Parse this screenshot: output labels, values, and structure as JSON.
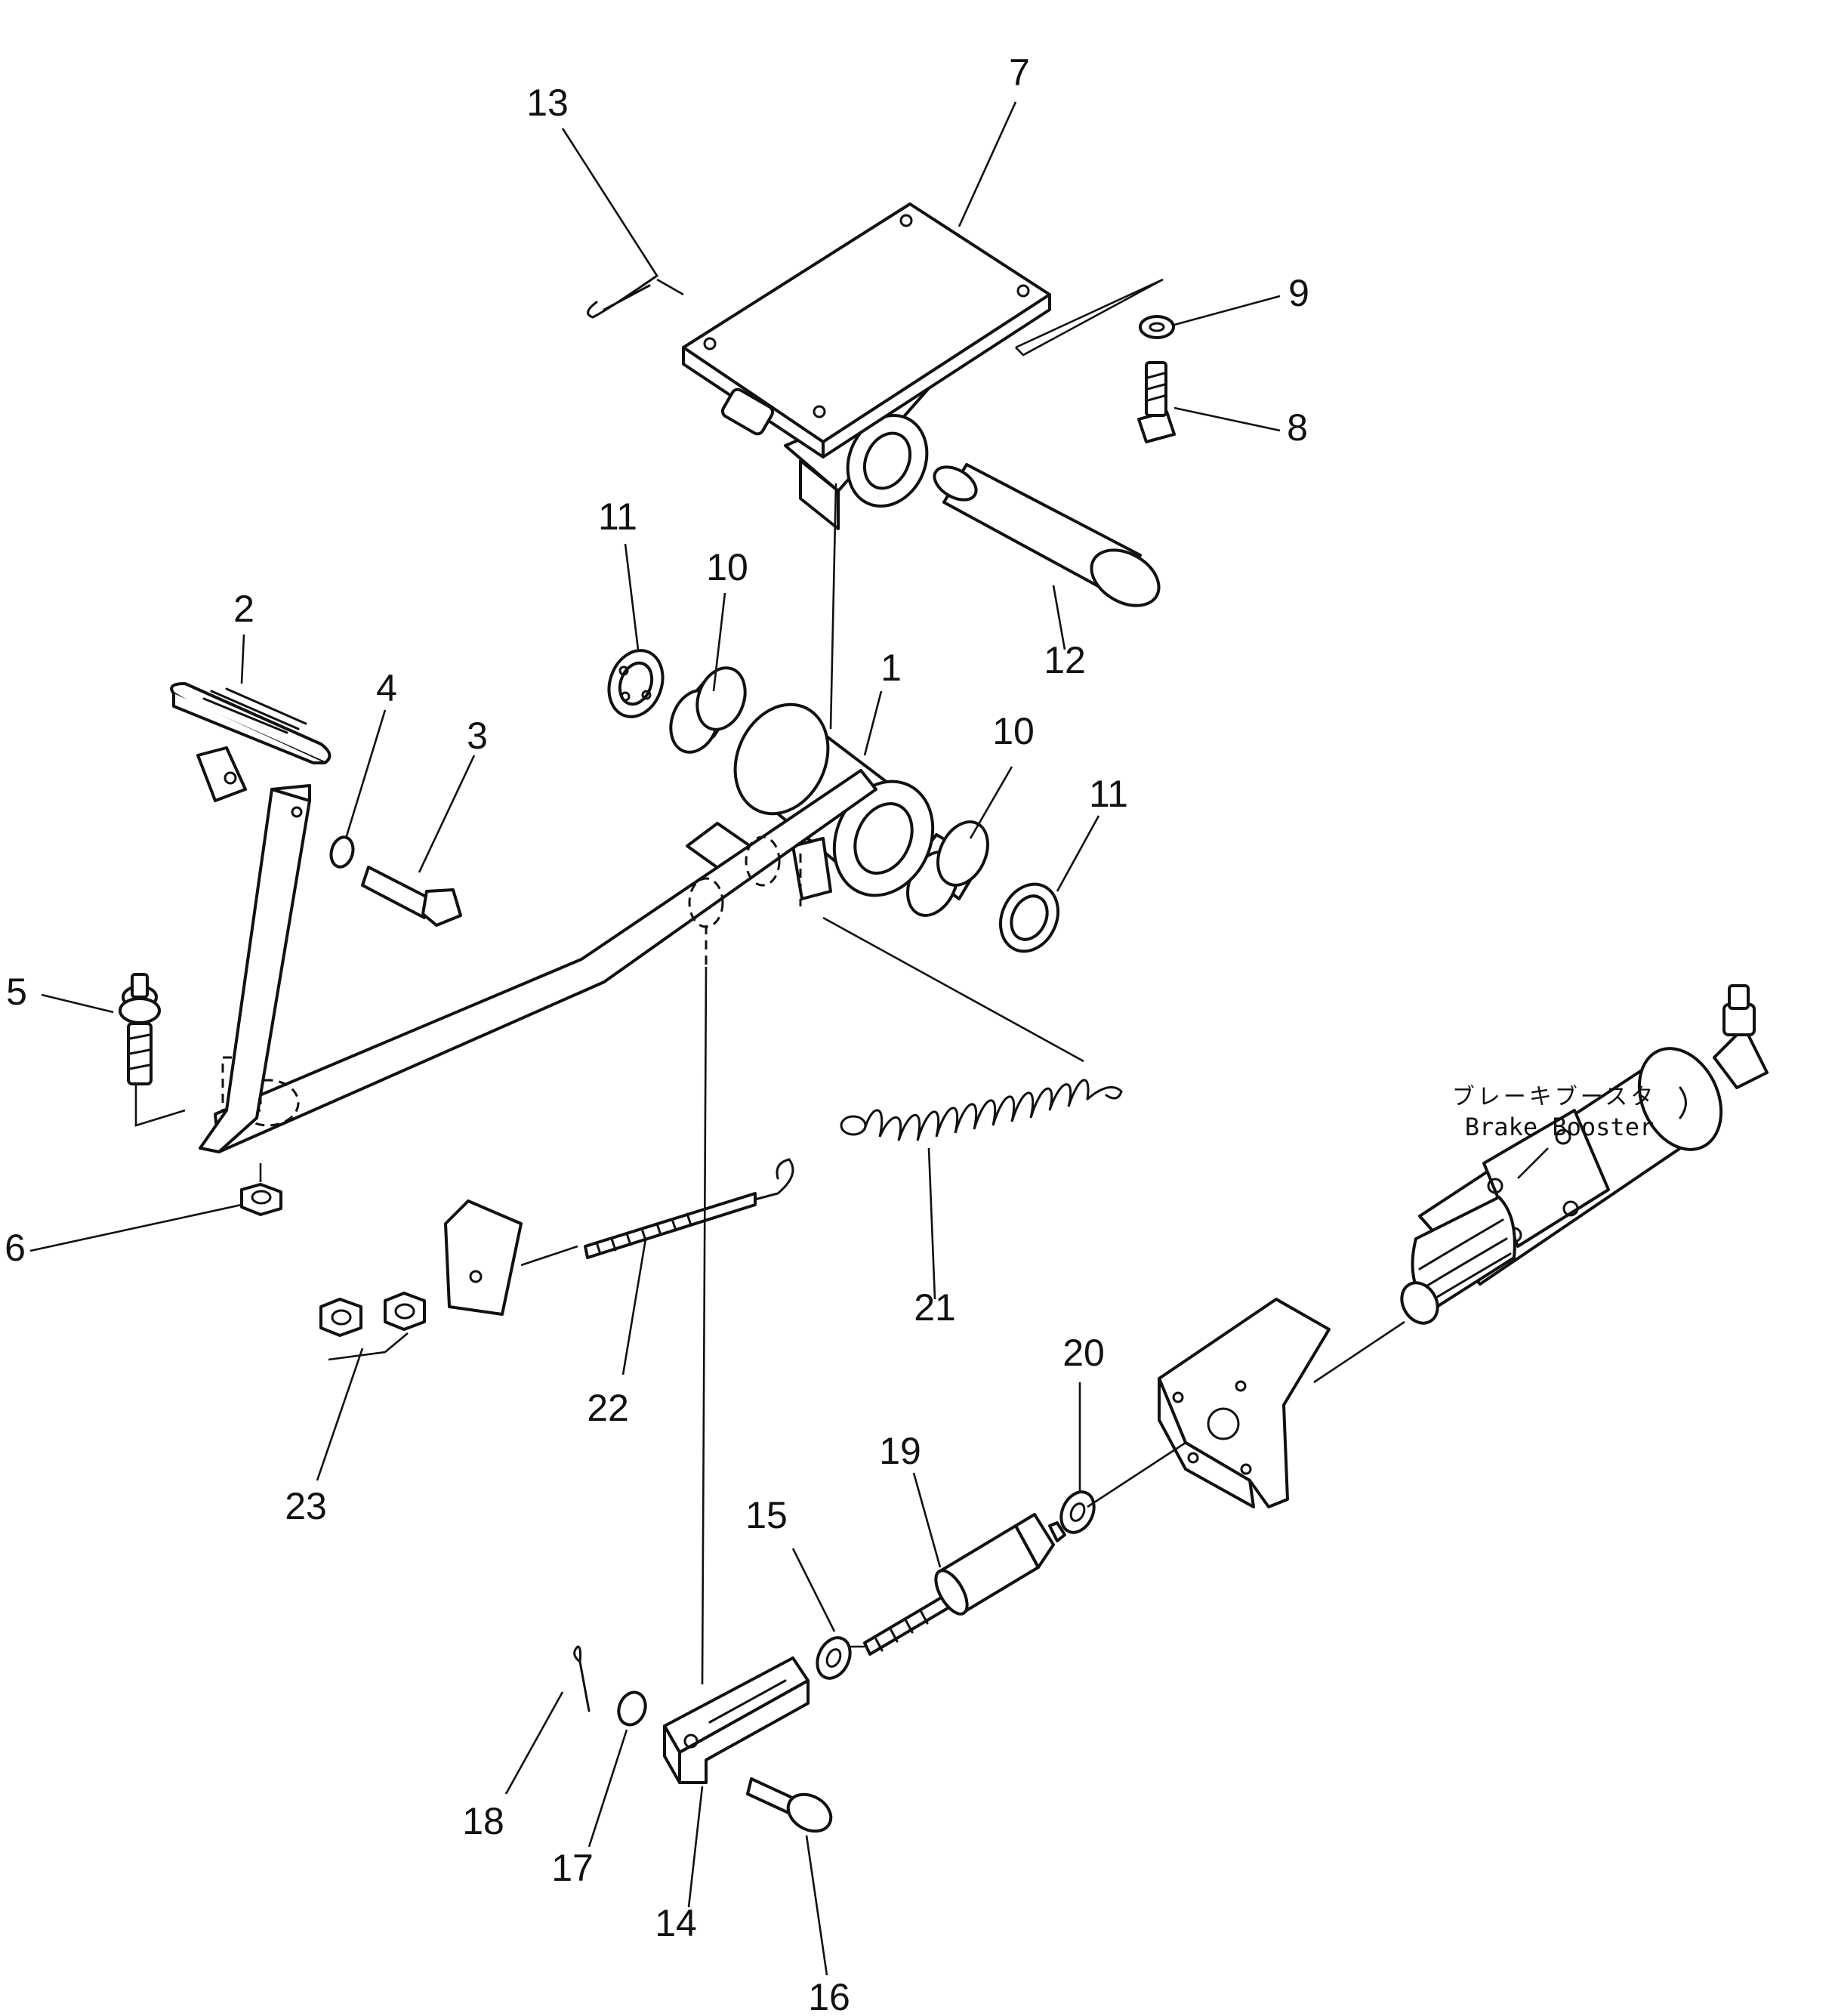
{
  "annotation": {
    "japanese": "ブレーキブースタ",
    "english": "Brake Booster"
  },
  "callouts": {
    "c1": "1",
    "c2": "2",
    "c3": "3",
    "c4": "4",
    "c5": "5",
    "c6": "6",
    "c7": "7",
    "c8": "8",
    "c9": "9",
    "c10a": "10",
    "c10b": "10",
    "c11a": "11",
    "c11b": "11",
    "c12": "12",
    "c13": "13",
    "c14": "14",
    "c15": "15",
    "c16": "16",
    "c17": "17",
    "c18": "18",
    "c19": "19",
    "c20": "20",
    "c21": "21",
    "c22": "22",
    "c23": "23"
  }
}
